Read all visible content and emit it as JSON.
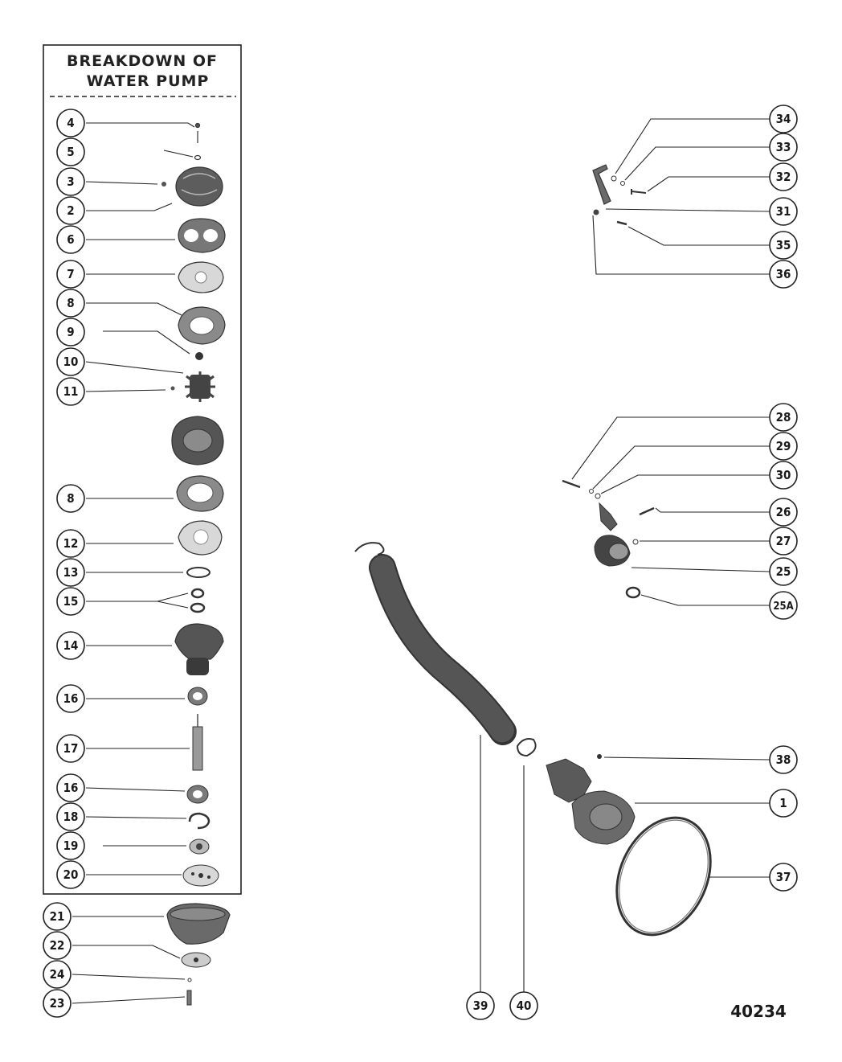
{
  "panel": {
    "title_line1": "BREAKDOWN OF",
    "title_line2": "WATER PUMP"
  },
  "reference_number": "40234",
  "callouts": [
    {
      "label": "4"
    },
    {
      "label": "5"
    },
    {
      "label": "3"
    },
    {
      "label": "2"
    },
    {
      "label": "6"
    },
    {
      "label": "7"
    },
    {
      "label": "8"
    },
    {
      "label": "9"
    },
    {
      "label": "10"
    },
    {
      "label": "11"
    },
    {
      "label": "8"
    },
    {
      "label": "12"
    },
    {
      "label": "13"
    },
    {
      "label": "15"
    },
    {
      "label": "14"
    },
    {
      "label": "16"
    },
    {
      "label": "17"
    },
    {
      "label": "16"
    },
    {
      "label": "18"
    },
    {
      "label": "19"
    },
    {
      "label": "20"
    },
    {
      "label": "21"
    },
    {
      "label": "22"
    },
    {
      "label": "24"
    },
    {
      "label": "23"
    },
    {
      "label": "34"
    },
    {
      "label": "33"
    },
    {
      "label": "32"
    },
    {
      "label": "31"
    },
    {
      "label": "35"
    },
    {
      "label": "36"
    },
    {
      "label": "28"
    },
    {
      "label": "29"
    },
    {
      "label": "30"
    },
    {
      "label": "26"
    },
    {
      "label": "27"
    },
    {
      "label": "25"
    },
    {
      "label": "25A"
    },
    {
      "label": "38"
    },
    {
      "label": "1"
    },
    {
      "label": "37"
    },
    {
      "label": "39"
    },
    {
      "label": "40"
    }
  ],
  "colors": {
    "ink": "#1a1a1a",
    "part_fill": "#6b6b6b",
    "part_dark": "#3a3a3a",
    "paper": "#ffffff"
  }
}
